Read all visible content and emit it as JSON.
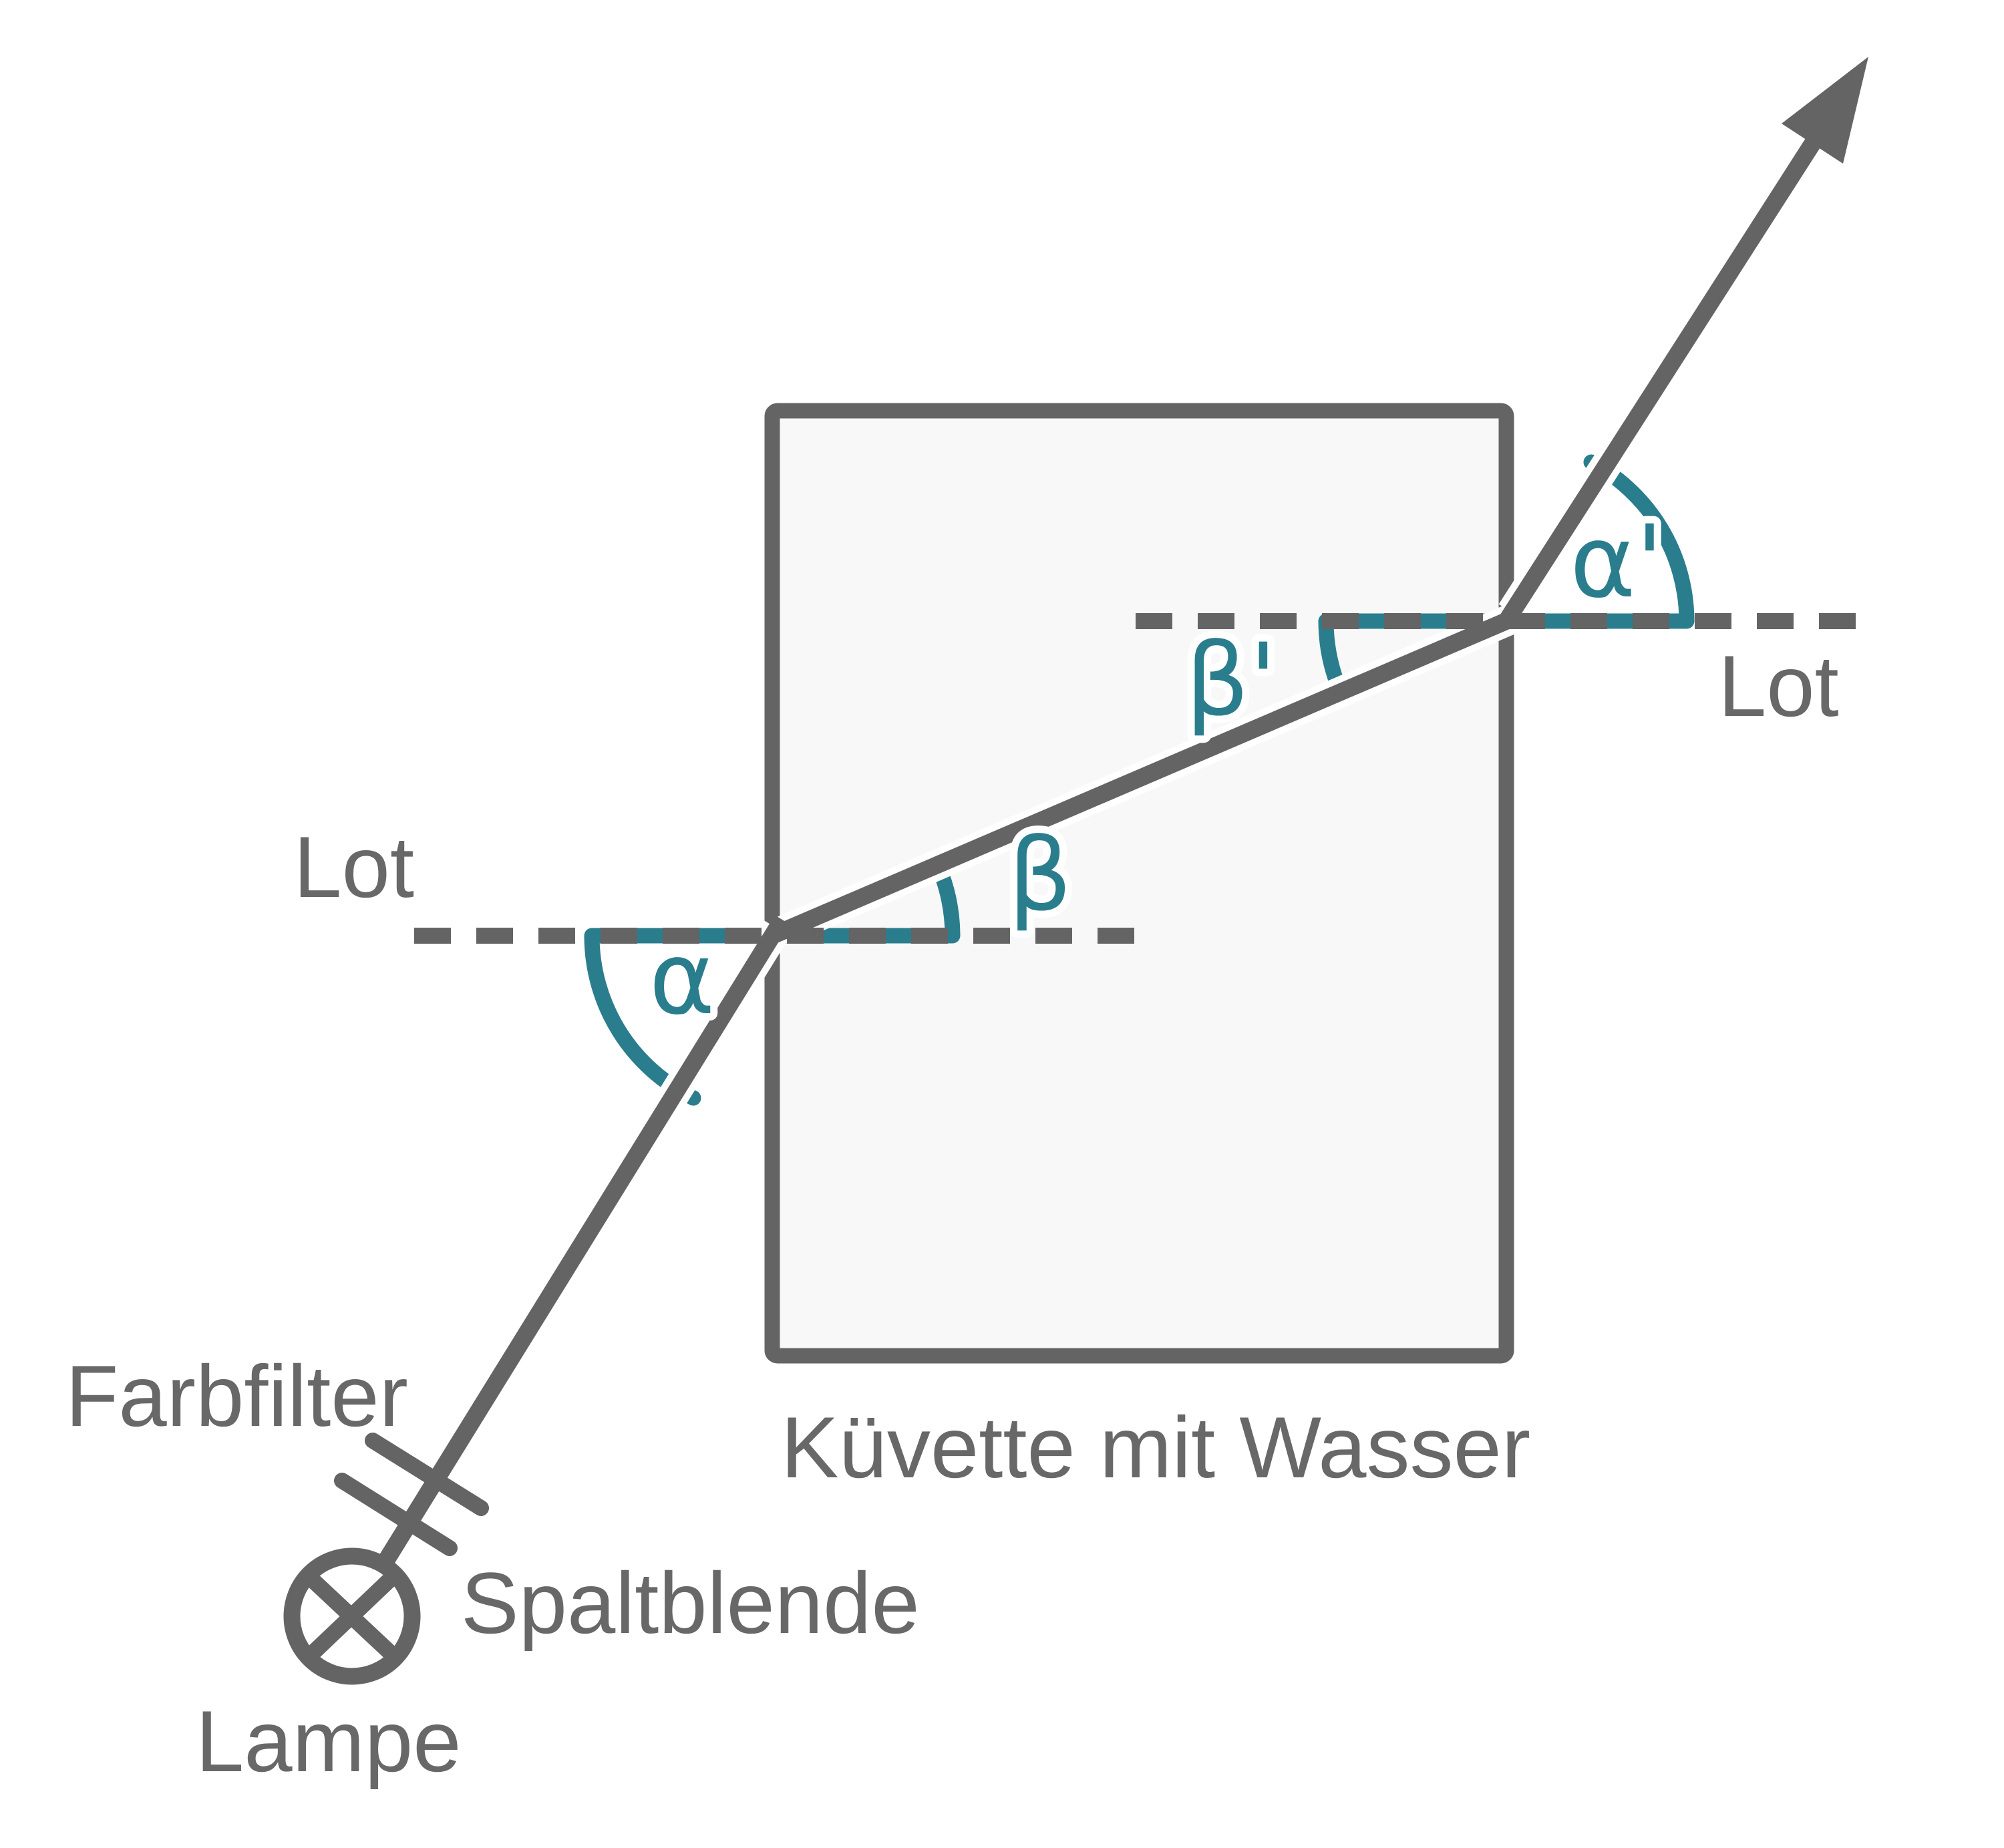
{
  "diagram": {
    "description": "Refraction of a light ray through a water-filled cuvette",
    "colors": {
      "background": "#ffffff",
      "line_gray": "#646464",
      "text_gray": "#686868",
      "angle_teal": "#2a7d8c",
      "cuvette_fill": "#f8f8f8"
    },
    "labels": {
      "lot_left": "Lot",
      "lot_right": "Lot",
      "alpha": "α",
      "beta": "β",
      "beta_prime": "β'",
      "alpha_prime": "α'",
      "farbfilter": "Farbfilter",
      "spaltblende": "Spaltblende",
      "lampe": "Lampe",
      "kuevette": "Küvette mit Wasser"
    },
    "angles_estimated_deg": {
      "alpha_incidence": 58,
      "beta_refraction": 23,
      "beta_prime_inside_exit": 23,
      "alpha_prime_exit": 58
    }
  }
}
